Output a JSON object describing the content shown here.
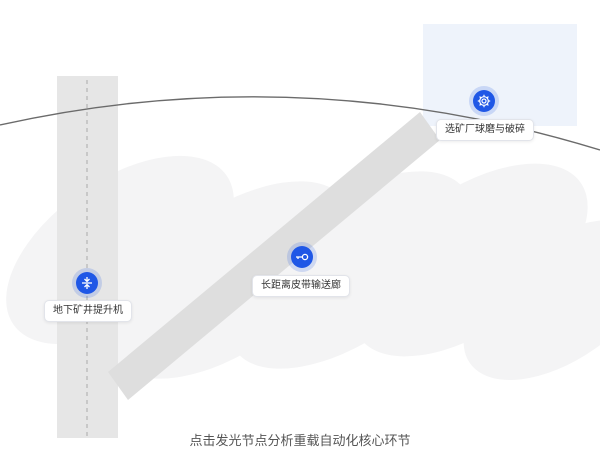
{
  "nodes": {
    "hoist": {
      "label": "地下矿井提升机",
      "icon": "compress-arrows-icon",
      "color": "#1f57e6"
    },
    "conveyor": {
      "label": "长距离皮带输送廊",
      "icon": "belt-key-icon",
      "color": "#1f57e6"
    },
    "ballmill": {
      "label": "选矿厂球磨与破碎",
      "icon": "gear-icon",
      "color": "#1f57e6"
    }
  },
  "caption": "点击发光节点分析重载自动化核心环节"
}
